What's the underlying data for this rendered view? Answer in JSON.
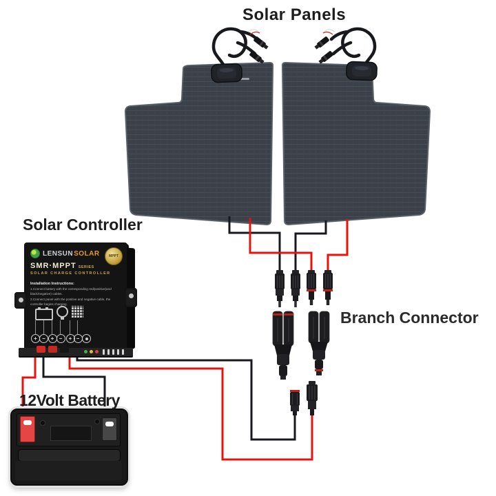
{
  "labels": {
    "solar_panels": "Solar Panels",
    "solar_controller": "Solar Controller",
    "branch_connector": "Branch Connector",
    "battery": "12Volt Battery"
  },
  "controller": {
    "brand_primary": "LENSUN",
    "brand_secondary": "SOLAR",
    "model": "SMR·MPPT",
    "model_suffix": "SERIES",
    "subtitle": "SOLAR CHARGE CONTROLLER",
    "badge": "MPPT",
    "instructions_title": "Installation Instructions:",
    "instructions": [
      "1.Connect battery with the corresponding red/positive(and black/negative) cables.",
      "2.Connect panel with the positive and negative cable, the controller begins charging."
    ],
    "terminals": [
      "+",
      "−",
      "+",
      "−",
      "+",
      "−"
    ],
    "icons": [
      "battery-icon",
      "lamp-icon",
      "solar-panel-grid-icon"
    ]
  },
  "diagram": {
    "panel_count": 2,
    "connections": [
      "panel negative leads → MC4 male connectors → Y branch connector",
      "panel positive leads → MC4 female connectors → Y branch connector",
      "branch outputs → controller solar +/− terminals",
      "controller battery terminals → 12 volt battery +/−"
    ]
  },
  "colors": {
    "wire_red": "#e8120c",
    "wire_black": "#17191c",
    "panel_fill": "#3c4149",
    "panel_edge": "#596069",
    "controller_body": "#141414",
    "brand_green": "#43a047",
    "brand_orange": "#e59a25",
    "badge_gold": "#c8a43c",
    "battery_post_red": "#e64545",
    "led_green": "#3bb54a",
    "led_yellow": "#e5c02e",
    "led_red": "#e23b3b"
  }
}
